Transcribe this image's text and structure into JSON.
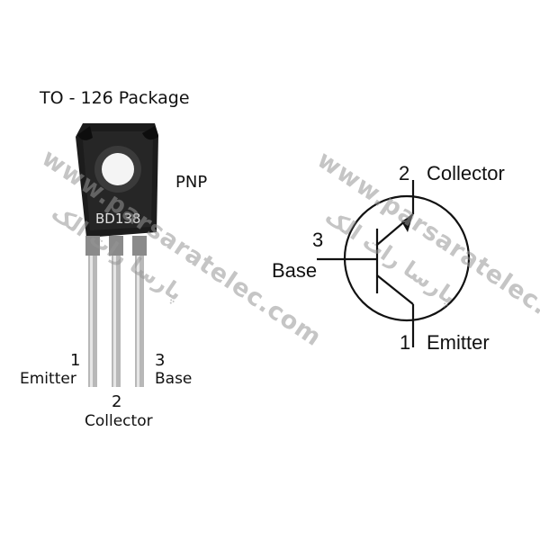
{
  "package": {
    "title": "TO - 126 Package",
    "polarity": "PNP",
    "part_marking": "BD138",
    "pins": [
      {
        "number": "1",
        "name": "Emitter"
      },
      {
        "number": "2",
        "name": "Collector"
      },
      {
        "number": "3",
        "name": "Base"
      }
    ]
  },
  "schematic": {
    "collector": {
      "number": "2",
      "name": "Collector"
    },
    "base": {
      "number": "3",
      "name": "Base"
    },
    "emitter": {
      "number": "1",
      "name": "Emitter"
    }
  },
  "watermark": {
    "text": "www.parsaratelec.com",
    "persian": "پارسا رات الک"
  },
  "colors": {
    "ink": "#111111",
    "package_body": "#1c1c1c",
    "lead_metal": "#b8b8b8",
    "watermark": "#969696"
  }
}
